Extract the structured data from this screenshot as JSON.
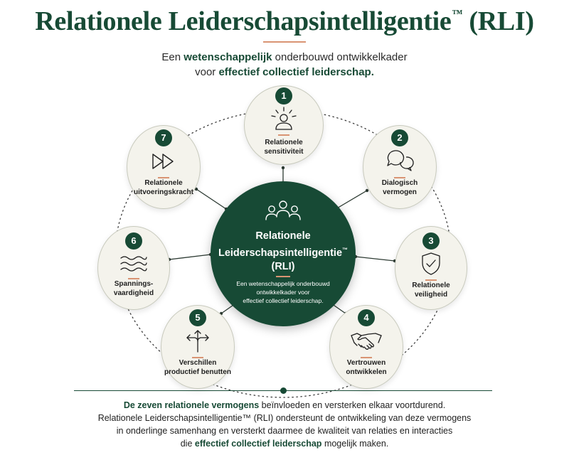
{
  "header": {
    "title": "Relationele Leiderschapsintelligentie",
    "title_tm": "™",
    "title_suffix": "(RLI)",
    "subtitle_line1_pre": "Een",
    "subtitle_line1_bold": "wetenschappelijk",
    "subtitle_line1_post": "onderbouwd ontwikkelkader",
    "subtitle_line2_pre": "voor",
    "subtitle_line2_bold": "effectief collectief leiderschap."
  },
  "center": {
    "title_line1": "Relationele",
    "title_line2": "Leiderschapsintelligentie",
    "title_tm": "™",
    "title_line3": "(RLI)",
    "desc_line1": "Een wetenschappelijk onderbouwd",
    "desc_line2": "ontwikkelkader voor",
    "desc_line3": "effectief collectief leiderschap.",
    "icon": "people-group-icon"
  },
  "capabilities": [
    {
      "number": "1",
      "line1": "Relationele",
      "line2": "sensitiviteit",
      "icon": "person-radiance-icon"
    },
    {
      "number": "2",
      "line1": "Dialogisch",
      "line2": "vermogen",
      "icon": "speech-bubbles-icon"
    },
    {
      "number": "3",
      "line1": "Relationele",
      "line2": "veiligheid",
      "icon": "shield-check-icon"
    },
    {
      "number": "4",
      "line1": "Vertrouwen",
      "line2": "ontwikkelen",
      "icon": "handshake-icon"
    },
    {
      "number": "5",
      "line1": "Verschillen",
      "line2": "productief benutten",
      "icon": "diverging-arrows-icon"
    },
    {
      "number": "6",
      "line1": "Spannings-",
      "line2": "vaardigheid",
      "icon": "waves-icon"
    },
    {
      "number": "7",
      "line1": "Relationele",
      "line2": "uitvoeringskracht",
      "icon": "fast-forward-icon"
    }
  ],
  "footer": {
    "line1_bold": "De zeven relationele vermogens",
    "line1_post": "beïnvloeden en versterken elkaar voortdurend.",
    "line2": "Relationele Leiderschapsintelligentie™ (RLI) ondersteunt de ontwikkeling van deze vermogens",
    "line3": "in onderlinge samenhang en versterkt daarmee de kwaliteit van relaties en interacties",
    "line4_pre": "die",
    "line4_bold": "effectief collectief leiderschap",
    "line4_post": "mogelijk maken."
  },
  "colors": {
    "primary_green": "#174a35",
    "accent_copper": "#d99473",
    "node_fill": "#f4f3ec"
  }
}
